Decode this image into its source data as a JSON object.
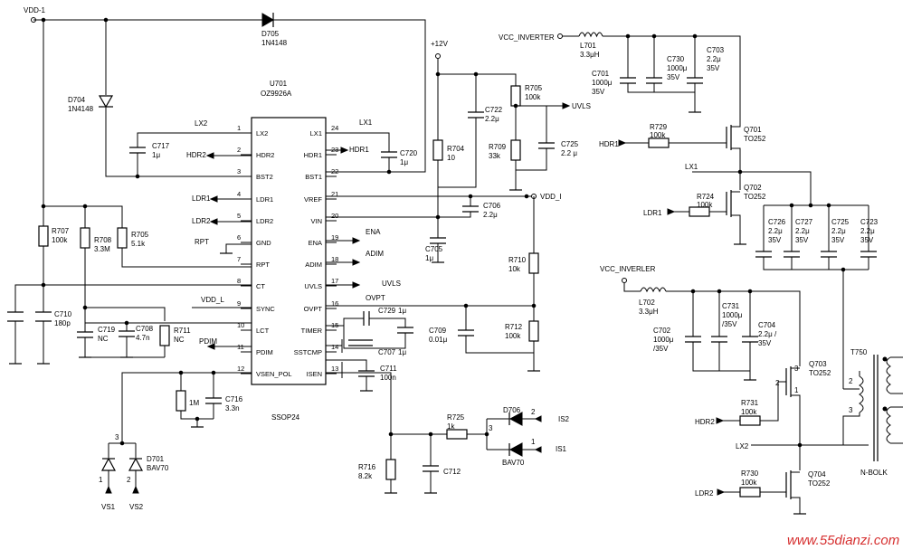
{
  "ic": {
    "ref": "U701",
    "part": "OZ9926A",
    "package": "SSOP24",
    "left_pins": [
      {
        "num": "1",
        "name": "LX2"
      },
      {
        "num": "2",
        "name": "HDR2"
      },
      {
        "num": "3",
        "name": "BST2"
      },
      {
        "num": "4",
        "name": "LDR1"
      },
      {
        "num": "5",
        "name": "LDR2"
      },
      {
        "num": "6",
        "name": "GND"
      },
      {
        "num": "7",
        "name": "RPT"
      },
      {
        "num": "8",
        "name": "CT"
      },
      {
        "num": "9",
        "name": "SYNC"
      },
      {
        "num": "10",
        "name": "LCT"
      },
      {
        "num": "11",
        "name": "PDIM"
      },
      {
        "num": "12",
        "name": "VSEN_POL"
      }
    ],
    "right_pins": [
      {
        "num": "24",
        "name": "LX1"
      },
      {
        "num": "23",
        "name": "HDR1"
      },
      {
        "num": "22",
        "name": "BST1"
      },
      {
        "num": "21",
        "name": "VREF"
      },
      {
        "num": "20",
        "name": "VIN"
      },
      {
        "num": "19",
        "name": "ENA"
      },
      {
        "num": "18",
        "name": "ADIM"
      },
      {
        "num": "17",
        "name": "UVLS"
      },
      {
        "num": "16",
        "name": "OVPT"
      },
      {
        "num": "15",
        "name": "TIMER"
      },
      {
        "num": "14",
        "name": "SSTCMP"
      },
      {
        "num": "13",
        "name": "ISEN"
      }
    ]
  },
  "nets": {
    "vdd1": "VDD-1",
    "v12": "+12V",
    "vcc_inverter": "VCC_INVERTER",
    "vcc_inverler": "VCC_INVERLER",
    "vdd_i": "VDD_I",
    "uvls": "UVLS",
    "lx2_in": "LX2",
    "lx1_in": "LX1",
    "hdr2_in": "HDR2",
    "hdr1_in": "HDR1",
    "ldr1_in": "LDR1",
    "ldr2_in": "LDR2",
    "rpt_in": "RPT",
    "vdd_l": "VDD_L",
    "pdim_in": "PDIM",
    "ena_in": "ENA",
    "adim_in": "ADIM",
    "uvls_in": "UVLS",
    "ovpt_in": "OVPT",
    "lx1_out": "LX1",
    "hdr1_out": "HDR1",
    "ldr1_out": "LDR1",
    "hdr2_out": "HDR2",
    "lx2_out": "LX2",
    "ldr2_out": "LDR2",
    "is1": "IS1",
    "is2": "IS2",
    "vs1": "VS1",
    "vs2": "VS2"
  },
  "components": {
    "d705": {
      "ref": "D705",
      "value": "1N4148"
    },
    "d704": {
      "ref": "D704",
      "value": "1N4148"
    },
    "c717": {
      "ref": "C717",
      "value": "1μ"
    },
    "c720": {
      "ref": "C720",
      "value": "1μ"
    },
    "r707": {
      "ref": "R707",
      "value": "100k"
    },
    "r708": {
      "ref": "R708",
      "value": "3.3M"
    },
    "r705a": {
      "ref": "R705",
      "value": "5.1k"
    },
    "c710": {
      "ref": "C710",
      "value": "180p"
    },
    "c719": {
      "ref": "C719",
      "value": "NC"
    },
    "c708": {
      "ref": "C708",
      "value": "4.7n"
    },
    "r711": {
      "ref": "R711",
      "value": "NC"
    },
    "r1m": {
      "value": "1M"
    },
    "c716": {
      "ref": "C716",
      "value": "3.3n"
    },
    "d701": {
      "ref": "D701",
      "value": "BAV70",
      "p1": "1",
      "p2": "2",
      "p3": "3"
    },
    "r704": {
      "ref": "R704",
      "value": "10"
    },
    "c722": {
      "ref": "C722",
      "value": "2.2μ"
    },
    "r705b": {
      "ref": "R705",
      "value": "100k"
    },
    "r709": {
      "ref": "R709",
      "value": "33k"
    },
    "c725a": {
      "ref": "C725",
      "value": "2.2 μ"
    },
    "c706": {
      "ref": "C706",
      "value": "2.2μ"
    },
    "c705": {
      "ref": "C705",
      "value": "1μ"
    },
    "r710": {
      "ref": "R710",
      "value": "10k"
    },
    "r712": {
      "ref": "R712",
      "value": "100k"
    },
    "c729": {
      "ref": "C729",
      "value": "1μ"
    },
    "c709": {
      "ref": "C709",
      "value": "0.01μ"
    },
    "c707": {
      "ref": "C707",
      "value": "1μ"
    },
    "c711": {
      "ref": "C711",
      "value": "100n"
    },
    "r716": {
      "ref": "R716",
      "value": "8.2k"
    },
    "c712": {
      "ref": "C712"
    },
    "r725": {
      "ref": "R725",
      "value": "1k"
    },
    "d706": {
      "ref": "D706",
      "value": "BAV70",
      "p1": "1",
      "p2": "2",
      "p3": "3"
    },
    "l701": {
      "ref": "L701",
      "value": "3.3μH"
    },
    "c701": {
      "ref": "C701",
      "value": "1000μ",
      "rating": "35V"
    },
    "c730": {
      "ref": "C730",
      "value": "1000μ",
      "rating": "35V"
    },
    "c703": {
      "ref": "C703",
      "value": "2.2μ",
      "rating": "35V"
    },
    "r729": {
      "ref": "R729",
      "value": "100k"
    },
    "q701": {
      "ref": "Q701",
      "value": "TO252"
    },
    "q702": {
      "ref": "Q702",
      "value": "TO252"
    },
    "r724": {
      "ref": "R724",
      "value": "100k"
    },
    "c726": {
      "ref": "C726",
      "value": "2.2μ",
      "rating": "35V"
    },
    "c727": {
      "ref": "C727",
      "value": "2.2μ",
      "rating": "35V"
    },
    "c725b": {
      "ref": "C725",
      "value": "2.2μ",
      "rating": "35V"
    },
    "c723": {
      "ref": "C723",
      "value": "2.2μ",
      "rating": "35V"
    },
    "l702": {
      "ref": "L702",
      "value": "3.3μH"
    },
    "c702": {
      "ref": "C702",
      "value": "1000μ",
      "rating": "/35V"
    },
    "c731": {
      "ref": "C731",
      "value": "1000μ",
      "rating": "/35V"
    },
    "c704": {
      "ref": "C704",
      "value": "2.2μ /",
      "rating": "35V"
    },
    "q703": {
      "ref": "Q703",
      "value": "TO252",
      "p1": "1",
      "p2": "2",
      "p3": "3"
    },
    "r731": {
      "ref": "R731",
      "value": "100k"
    },
    "r730": {
      "ref": "R730",
      "value": "100k"
    },
    "q704": {
      "ref": "Q704",
      "value": "TO252"
    },
    "t750": {
      "ref": "T750",
      "value": "N-BOLK",
      "p2": "2",
      "p3": "3"
    }
  },
  "watermark": "www.55dianzi.com",
  "colors": {
    "ink": "#000000",
    "watermark": "#d63030",
    "background": "#ffffff"
  }
}
